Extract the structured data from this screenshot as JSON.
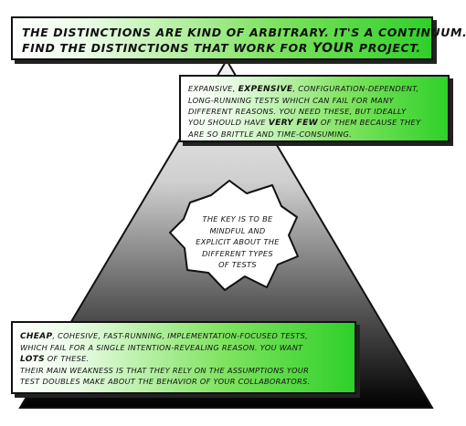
{
  "top_note": {
    "line1": "The distinctions are kind of arbitrary. It's a continuum.",
    "line2_pre": "Find the distinctions that work for ",
    "line2_em": "your",
    "line2_post": " project."
  },
  "expensive_note": {
    "line1": "Expansive, ",
    "line1_em": "expensive",
    "line1_post": ", configuration-dependent,",
    "line2": "long-running tests which can fail for many",
    "line3": "different reasons. You need these, but ideally",
    "line4_pre": "you should have ",
    "line4_em": "very few",
    "line4_post": " of them because they",
    "line5": "are so brittle and time-consuming."
  },
  "burst": {
    "line1": "The key is to be",
    "line2": "mindful and",
    "line3": "explicit about the",
    "line4": "different types",
    "line5": "of tests"
  },
  "cheap_note": {
    "line1_em": "Cheap",
    "line1": ", cohesive, fast-running, implementation-focused tests,",
    "line2": "which fail for a single intention-revealing reason. You want",
    "line3_em": "lots",
    "line3": " of these.",
    "line4": "Their main weakness is that they rely on the assumptions your",
    "line5": "test doubles make about the behavior of your collaborators."
  },
  "colors": {
    "note_green": "#2fd02a",
    "pyramid_dark": "#000000",
    "pyramid_light": "#f2f2f2"
  }
}
